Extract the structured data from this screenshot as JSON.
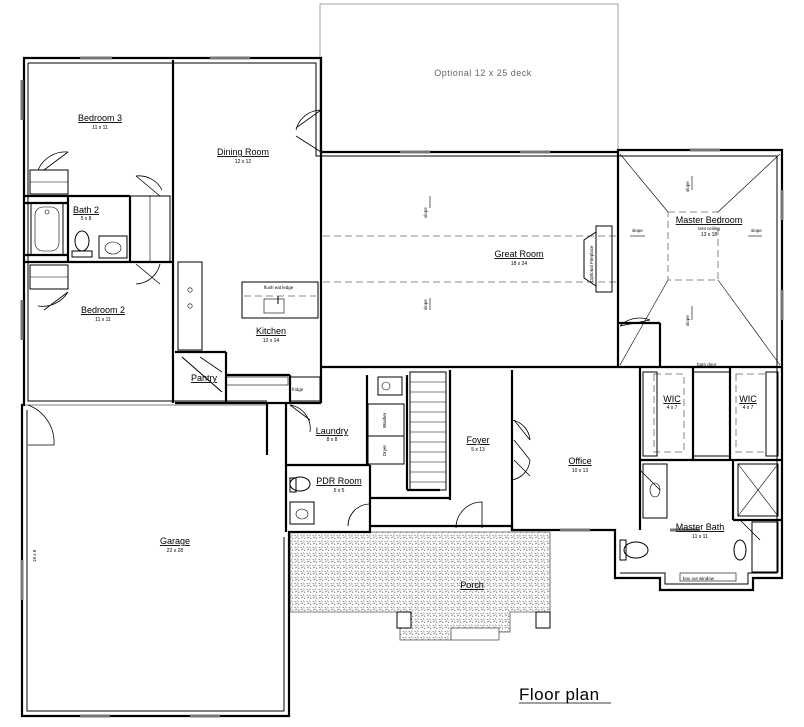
{
  "deck": {
    "label": "Optional 12 x 25 deck"
  },
  "title": "Floor plan",
  "rooms": {
    "bedroom3": {
      "name": "Bedroom 3",
      "size": "11 x 11"
    },
    "bath2": {
      "name": "Bath 2",
      "size": "5 x 8"
    },
    "bedroom2": {
      "name": "Bedroom 2",
      "size": "11 x 11"
    },
    "dining": {
      "name": "Dining Room",
      "size": "12 x 12"
    },
    "kitchen": {
      "name": "Kitchen",
      "size": "12 x 14"
    },
    "pantry": {
      "name": "Pantry"
    },
    "great": {
      "name": "Great Room",
      "size": "18 x 24"
    },
    "master": {
      "name": "Master Bedroom",
      "size": "13 x 18"
    },
    "wic1": {
      "name": "WIC",
      "size": "4 x 7"
    },
    "wic2": {
      "name": "WIC",
      "size": "4 x 7"
    },
    "laundry": {
      "name": "Laundry",
      "size": "8 x 8"
    },
    "foyer": {
      "name": "Foyer",
      "size": "5 x 13"
    },
    "office": {
      "name": "Office",
      "size": "10 x 13"
    },
    "pdr": {
      "name": "PDR Room",
      "size": "5 x 5"
    },
    "masterbath": {
      "name": "Master Bath",
      "size": "11 x 11"
    },
    "garage": {
      "name": "Garage",
      "size": "22 x 28"
    },
    "porch": {
      "name": "Porch"
    }
  },
  "notes": {
    "flush_eat_ledge": "flush eat ledge",
    "fridge": "fridge",
    "tent_ceiling": "tent ceiling",
    "slope": "slope",
    "barn_door": "barn door",
    "box_out_window": "box out window",
    "washer": "Washer",
    "dryer": "Dryer",
    "optional_fireplace": "Optional Fireplace",
    "garage_side_dim": "18 x 8"
  },
  "colors": {
    "line": "#000000",
    "deck": "#9a9a9a",
    "porch": "#b8b8b8"
  }
}
